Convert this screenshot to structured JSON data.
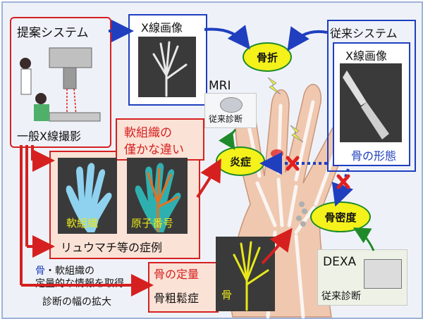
{
  "proposed": {
    "title": "提案システム",
    "device_label": "一般X線撮影",
    "xray_label": "X線画像"
  },
  "conventional": {
    "title": "従来システム",
    "xray_label": "X線画像",
    "caption": "骨の形態"
  },
  "outcomes": {
    "fracture": "骨折",
    "inflammation": "炎症",
    "bone_density": "骨密度"
  },
  "mri": {
    "label": "MRI",
    "caption": "従来診断"
  },
  "soft_tissue": {
    "title_line1": "軟組織の",
    "title_line2": "僅かな違い",
    "img1_label": "軟組織",
    "img2_label": "原子番号",
    "caption": "リュウマチ等の症例"
  },
  "bone": {
    "title": "骨の定量",
    "caption": "骨粗鬆症",
    "img_label": "骨"
  },
  "dexa": {
    "label": "DEXA",
    "caption": "従来診断"
  },
  "bottom": {
    "line1_prefix": "骨",
    "line1_rest": "・軟組織の",
    "line2": "定量的な情報を取得",
    "line3": "診断の幅の拡大"
  },
  "colors": {
    "red": "#d62020",
    "blue": "#1f3fbf",
    "yellow": "#f4f21a",
    "green": "#1e8a2a",
    "label_yellow": "#e8e81a"
  }
}
